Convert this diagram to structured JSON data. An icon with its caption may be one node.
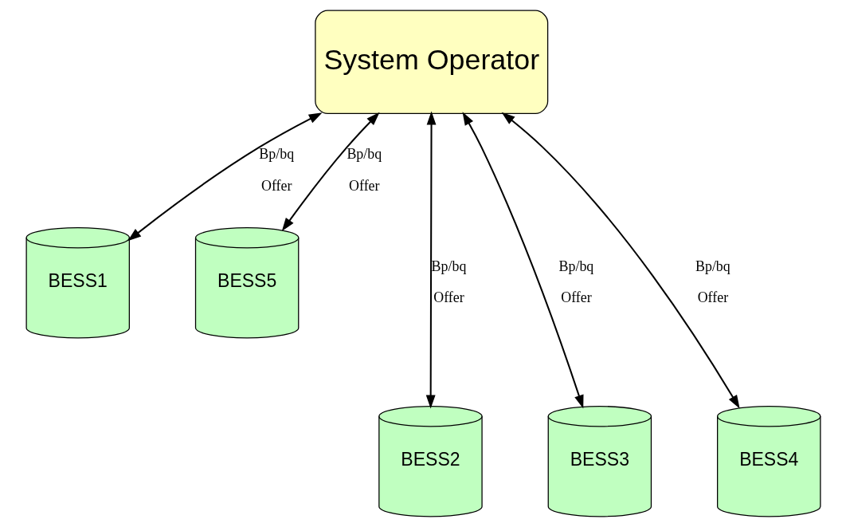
{
  "diagram": {
    "nodes": [
      {
        "text": [
          "System Operator"
        ]
      },
      {
        "text": [
          "BESS1"
        ]
      },
      {
        "text": [
          "BESS5"
        ]
      },
      {
        "text": [
          "BESS2"
        ]
      },
      {
        "text": [
          "BESS3"
        ]
      },
      {
        "text": [
          "BESS4"
        ]
      }
    ],
    "edges": [
      {
        "from": 1,
        "to": 0,
        "arrow": "both",
        "label": [
          "Bp/bq",
          "Offer"
        ]
      },
      {
        "from": 2,
        "to": 0,
        "arrow": "both",
        "label": [
          "Bp/bq",
          "Offer"
        ]
      },
      {
        "from": 3,
        "to": 0,
        "arrow": "both",
        "label": [
          "Bp/bq",
          "Offer"
        ]
      },
      {
        "from": 4,
        "to": 0,
        "arrow": "both",
        "label": [
          "Bp/bq",
          "Offer"
        ]
      },
      {
        "from": 5,
        "to": 0,
        "arrow": "both",
        "label": [
          "Bp/bq",
          "Offer"
        ]
      }
    ]
  }
}
